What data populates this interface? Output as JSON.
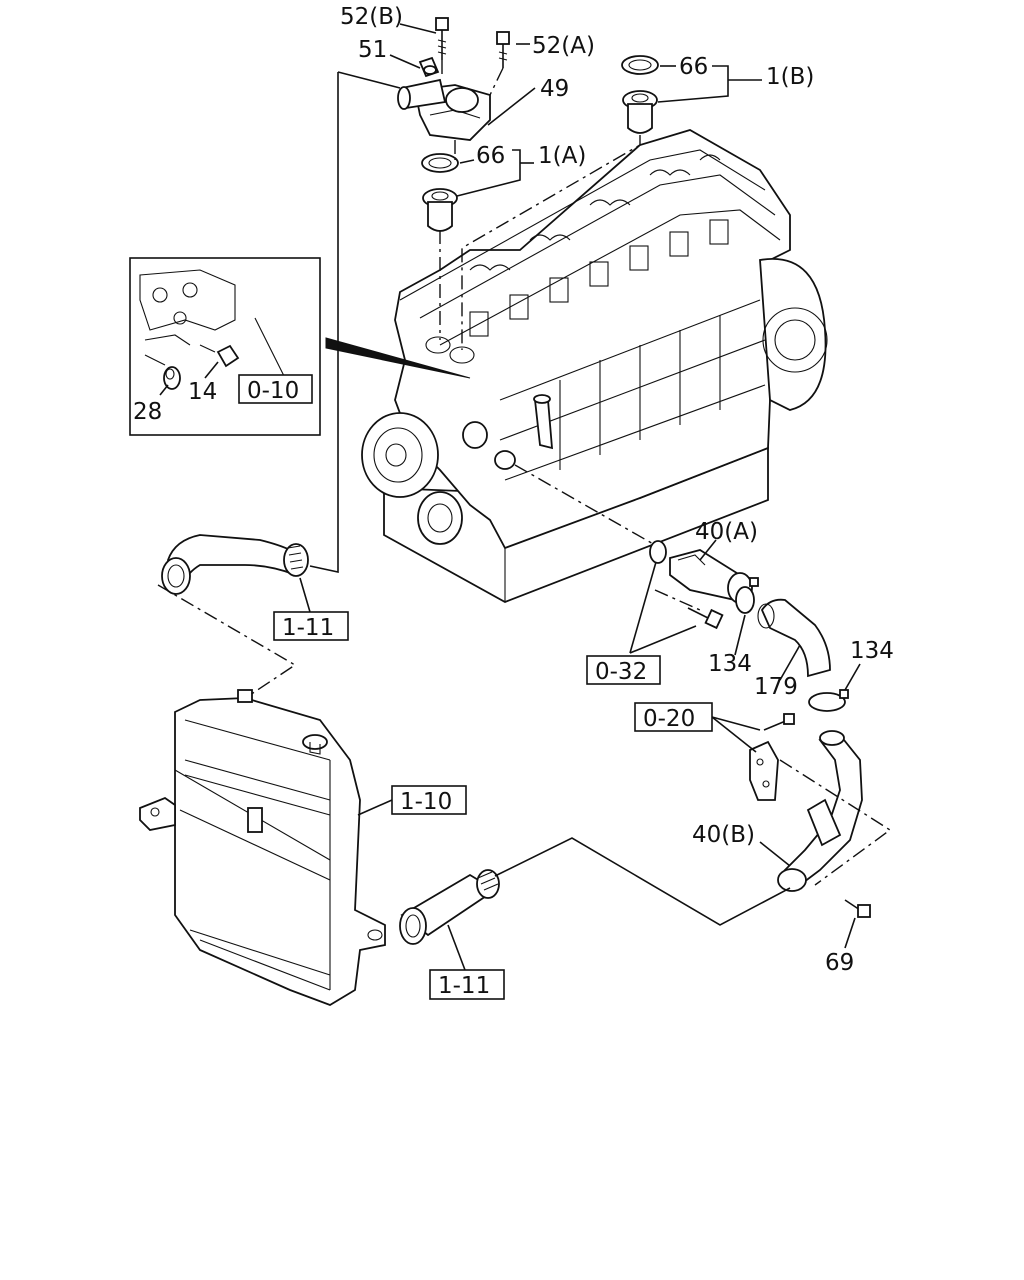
{
  "part_labels": {
    "p52b": "52(B)",
    "p52a": "52(A)",
    "p51": "51",
    "p49": "49",
    "p66_top": "66",
    "p1b": "1(B)",
    "p66_mid": "66",
    "p1a": "1(A)",
    "p14": "14",
    "p28": "28",
    "p40a": "40(A)",
    "p134_left": "134",
    "p179": "179",
    "p134_right": "134",
    "p40b": "40(B)",
    "p69": "69"
  },
  "reference_boxes": {
    "ref_0_10": "0-10",
    "ref_1_11_top": "1-11",
    "ref_0_32": "0-32",
    "ref_0_20": "0-20",
    "ref_1_10": "1-10",
    "ref_1_11_bottom": "1-11"
  }
}
